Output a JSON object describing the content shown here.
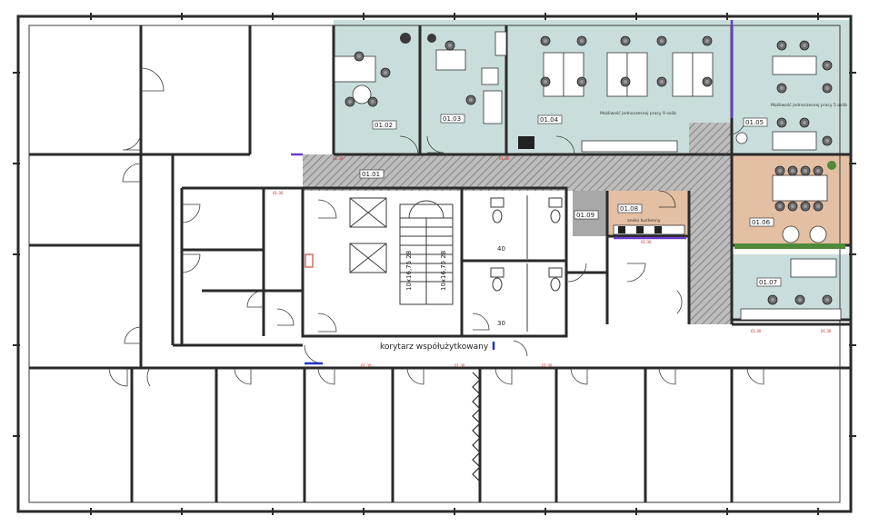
{
  "plan": {
    "corridor_label": "korytarz współużytkowany",
    "rooms": [
      {
        "id": "01.02"
      },
      {
        "id": "01.03"
      },
      {
        "id": "01.04",
        "note": "Możliwość jednoczesnej pracy 9 osób"
      },
      {
        "id": "01.05",
        "note": "Możliwość jednoczesnej pracy 5 osób"
      },
      {
        "id": "01.06"
      },
      {
        "id": "01.07"
      },
      {
        "id": "01.08"
      },
      {
        "id": "01.09"
      },
      {
        "id": "01.01"
      }
    ],
    "kitchen_note": "aneks kuchenny",
    "stair_labels": {
      "left": "10x16,75 28",
      "right": "10x16,75 28"
    },
    "wc_numbers": {
      "upper": "40",
      "lower": "30"
    },
    "dim_mark": "01.30",
    "colors": {
      "office_fill": "#c9dedc",
      "meeting_fill": "#e3bfa3",
      "corridor_hatch": "#8a8a8a",
      "purple_wall": "#6a3dc8",
      "blue_wall": "#2233cc",
      "red_marks": "#cc2222",
      "plant_green": "#4e8a3a"
    }
  }
}
